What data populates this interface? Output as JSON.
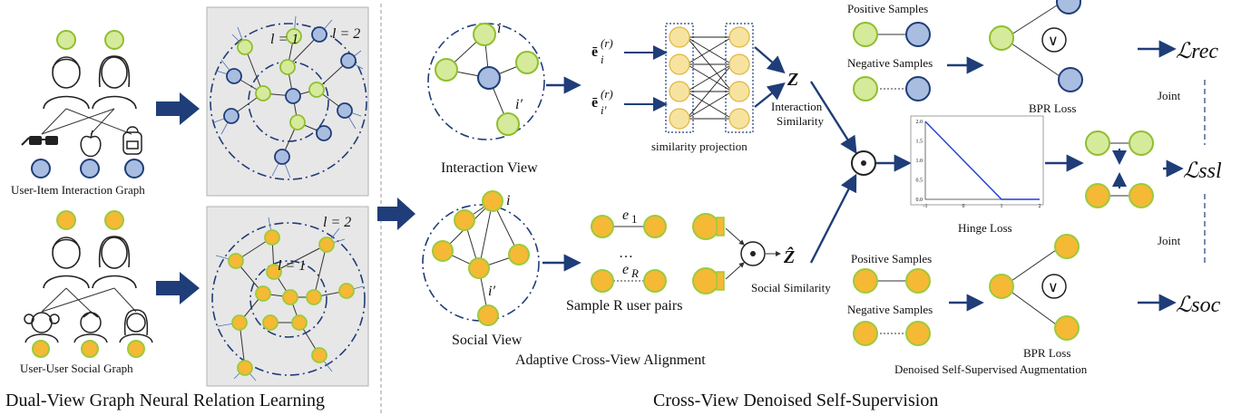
{
  "left_panel": {
    "interaction_graph_label": "User-Item Interaction Graph",
    "social_graph_label": "User-User Social Graph",
    "section_title": "Dual-View Graph Neural Relation Learning",
    "layer_labels_top": [
      "l = 1",
      "l = 2"
    ],
    "layer_labels_bottom": [
      "l = 2",
      "l = 1"
    ]
  },
  "middle_panel": {
    "interaction_view_label": "Interaction View",
    "social_view_label": "Social View",
    "node_i": "i",
    "node_i_prime": "i′",
    "embedding_top": "ē",
    "embedding_top_sup": "(r)",
    "embedding_top_sub": "i",
    "embedding_bottom": "ē",
    "embedding_bottom_sup": "(r)",
    "embedding_bottom_sub": "i′",
    "similarity_projection": "similarity projection",
    "z": "Z",
    "z_hat": "Ẑ",
    "interaction_similarity_line1": "Interaction",
    "interaction_similarity_line2": "Similarity",
    "social_similarity": "Social Similarity",
    "e1": "e",
    "e1_sub": "1",
    "eR": "e",
    "eR_sub": "R",
    "ellipsis": "…",
    "sample_pairs": "Sample R user pairs",
    "alignment_label": "Adaptive Cross-View Alignment",
    "section_title": "Cross-View Denoised Self-Supervision"
  },
  "right_panel": {
    "positive_samples_top": "Positive Samples",
    "negative_samples_top": "Negative Samples",
    "positive_samples_bottom": "Positive Samples",
    "negative_samples_bottom": "Negative Samples",
    "bpr_loss_top": "BPR Loss",
    "bpr_loss_bottom": "BPR Loss",
    "hinge_loss": "Hinge Loss",
    "joint_top": "Joint",
    "joint_bottom": "Joint",
    "denoised_label": "Denoised Self-Supervised Augmentation",
    "loss_rec": "ℒrec",
    "loss_ssl": "ℒssl",
    "loss_soc": "ℒsoc",
    "or_symbol": "∨",
    "dot_symbol": "•"
  },
  "hinge_chart": {
    "type": "line",
    "x": [
      -1,
      1,
      2
    ],
    "y": [
      2.0,
      0.0,
      0.0
    ],
    "xticks": [
      "-1",
      "0",
      "1",
      "2"
    ],
    "yticks": [
      "0.0",
      "0.5",
      "1.0",
      "1.5",
      "2.0"
    ],
    "xlim": [
      -1,
      2
    ],
    "ylim": [
      0,
      2
    ],
    "line_color": "#1f3fd6"
  },
  "colors": {
    "green_node": "#d6ea9c",
    "green_stroke": "#8fbf2e",
    "blue_node": "#a9bde0",
    "blue_stroke": "#1f3d78",
    "orange_node": "#f5b935",
    "orange_stroke": "#9bcb3c",
    "arrow": "#1f3d78",
    "panel_bg": "#e7e7e7"
  }
}
